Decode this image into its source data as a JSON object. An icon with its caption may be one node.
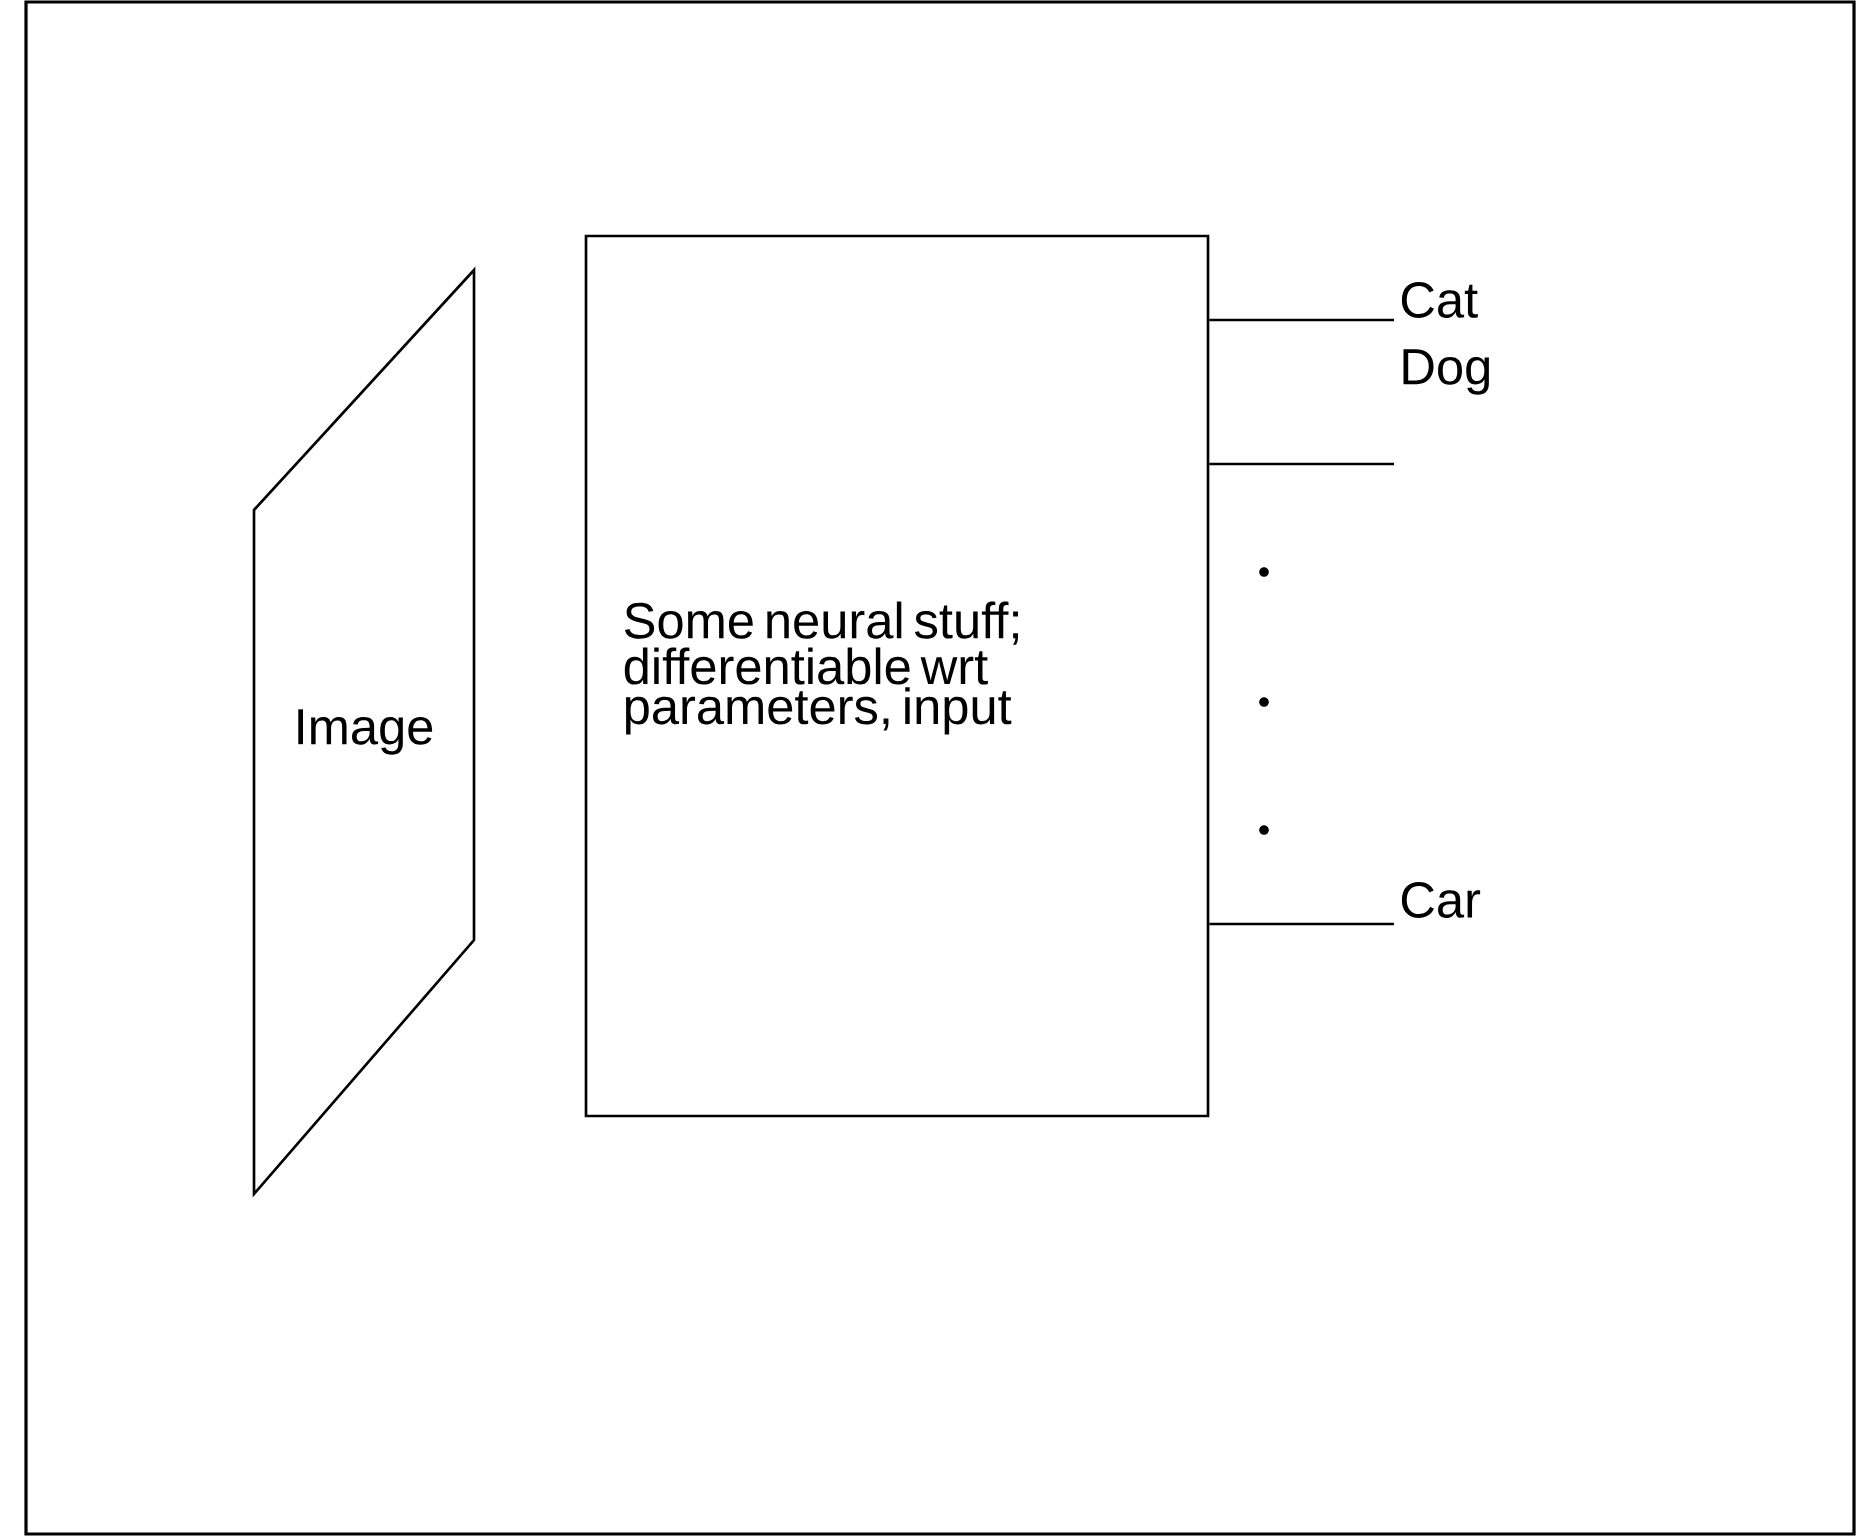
{
  "diagram": {
    "nodes": [
      {
        "text": [
          "Image"
        ]
      },
      {
        "text": [
          "Some neural stuff; differentiable wrt parameters, input"
        ]
      },
      {
        "text": [
          "Cat"
        ]
      },
      {
        "text": [
          "Dog"
        ]
      },
      {
        "text": [
          "Car"
        ]
      }
    ],
    "edges": [
      {
        "from": 1,
        "to": 2,
        "arrow": "none"
      },
      {
        "from": 1,
        "to": 3,
        "arrow": "none"
      },
      {
        "from": 1,
        "to": 4,
        "arrow": "none"
      }
    ]
  }
}
